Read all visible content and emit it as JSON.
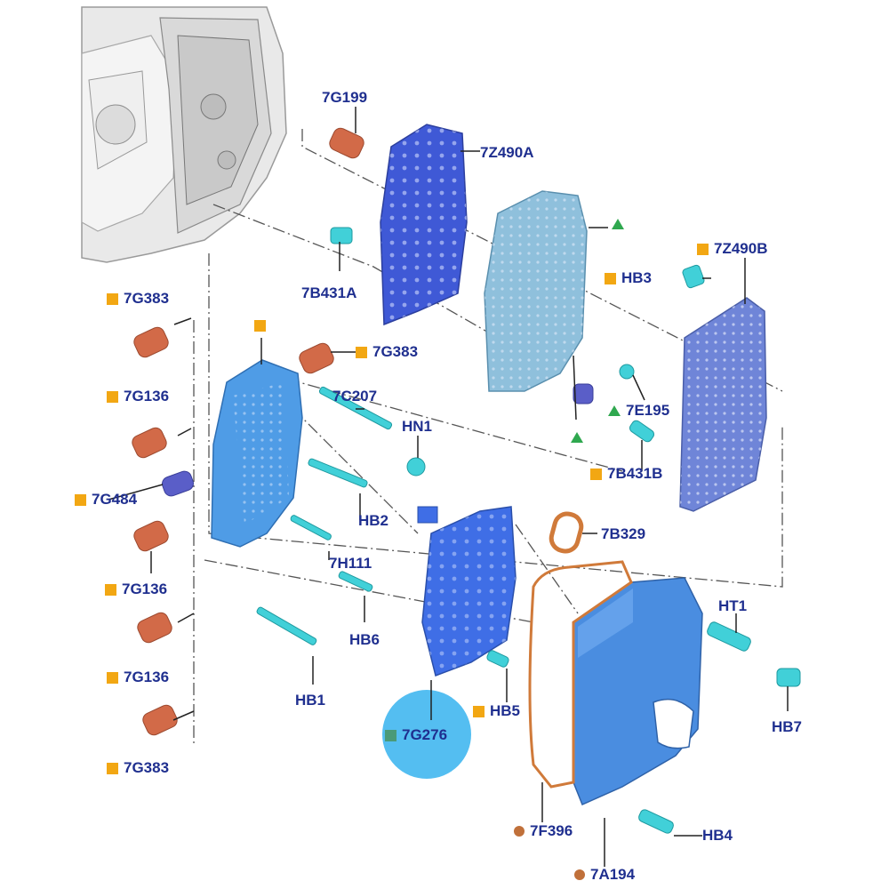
{
  "diagram": {
    "colors": {
      "label": "#1f2f8f",
      "orange_marker": "#f2a713",
      "brown_marker": "#c0703a",
      "green_marker": "#2fa84f",
      "gray_marker": "#4a9a78",
      "plate_blue": "#3f59d6",
      "valve_body": "#4f9ce6",
      "cover": "#4a8de0",
      "solenoid": "#d26a48",
      "bolt": "#41d0d8",
      "gasket": "#d07a3a",
      "highlight": "#36b3ee"
    },
    "labels": {
      "l_7g199": "7G199",
      "l_7z490a": "7Z490A",
      "l_7b431a": "7B431A",
      "l_7z490b": "7Z490B",
      "l_hb3": "HB3",
      "l_7g383_a": "7G383",
      "l_7g383_b": "7G383",
      "l_7c207": "7C207",
      "l_hn1": "HN1",
      "l_7g136_a": "7G136",
      "l_7e195": "7E195",
      "l_7b431b": "7B431B",
      "l_7g484": "7G484",
      "l_hb2": "HB2",
      "l_7b329": "7B329",
      "l_7g136_b": "7G136",
      "l_7h111": "7H111",
      "l_ht1": "HT1",
      "l_hb6": "HB6",
      "l_7g136_c": "7G136",
      "l_hb1": "HB1",
      "l_hb5": "HB5",
      "l_7g276": "7G276",
      "l_hb7": "HB7",
      "l_7g383_c": "7G383",
      "l_7f396": "7F396",
      "l_hb4": "HB4",
      "l_7a194": "7A194"
    },
    "markers": {
      "l_7g199": "none",
      "l_7z490a": "none",
      "l_7b431a": "none",
      "l_7z490b": "orange-square",
      "l_hb3": "orange-square",
      "l_7g383_a": "orange-square",
      "l_7g383_b": "orange-square",
      "l_7c207": "none",
      "l_hn1": "none",
      "l_7g136_a": "orange-square",
      "l_7e195": "green-triangle",
      "l_7b431b": "orange-square",
      "l_7g484": "orange-square",
      "l_hb2": "none",
      "l_7b329": "none",
      "l_7g136_b": "orange-square",
      "l_7h111": "none",
      "l_ht1": "none",
      "l_hb6": "none",
      "l_7g136_c": "orange-square",
      "l_hb1": "none",
      "l_hb5": "orange-square",
      "l_7g276": "gray-square",
      "l_hb7": "none",
      "l_7g383_c": "orange-square",
      "l_7f396": "brown-dot",
      "l_hb4": "none",
      "l_7a194": "brown-dot"
    }
  }
}
